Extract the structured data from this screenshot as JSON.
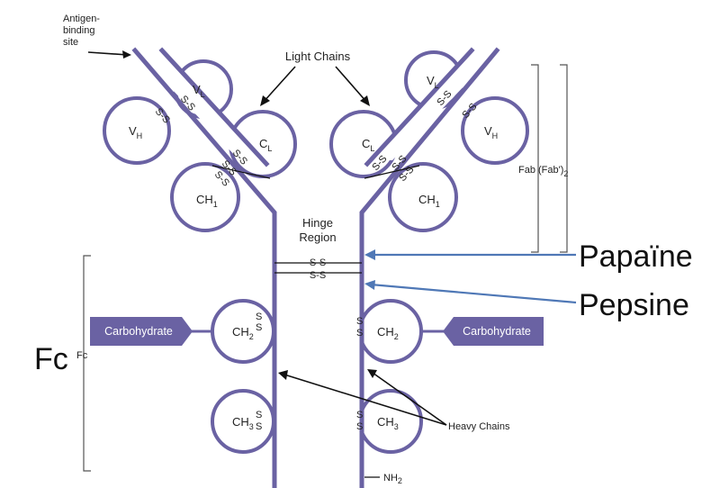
{
  "labels": {
    "antigen_binding_site": [
      "Antigen-",
      "binding",
      "site"
    ],
    "light_chains": "Light Chains",
    "heavy_chains": "Heavy Chains",
    "hinge_region": [
      "Hinge",
      "Region"
    ],
    "fab": "Fab (Fab')",
    "fab_sub": "2",
    "fc_small": "Fc",
    "fc_big": "Fc",
    "papaine": "Papaïne",
    "pepsine": "Pepsine",
    "carbohydrate_left": "Carbohydrate",
    "carbohydrate_right": "Carbohydrate",
    "nh2": "NH",
    "nh2_sub": "2",
    "disulfide": "S-S",
    "s": "S"
  },
  "domains": {
    "vl": {
      "main": "V",
      "sub": "L"
    },
    "vh": {
      "main": "V",
      "sub": "H"
    },
    "cl": {
      "main": "C",
      "sub": "L"
    },
    "ch1": {
      "main": "CH",
      "sub": "1"
    },
    "ch2": {
      "main": "CH",
      "sub": "2"
    },
    "ch3": {
      "main": "CH",
      "sub": "3"
    }
  },
  "colors": {
    "antibody": "#6a62a3",
    "carbohydrate_tag": "#6a62a3",
    "cleavage_arrow": "#4f78b6"
  }
}
